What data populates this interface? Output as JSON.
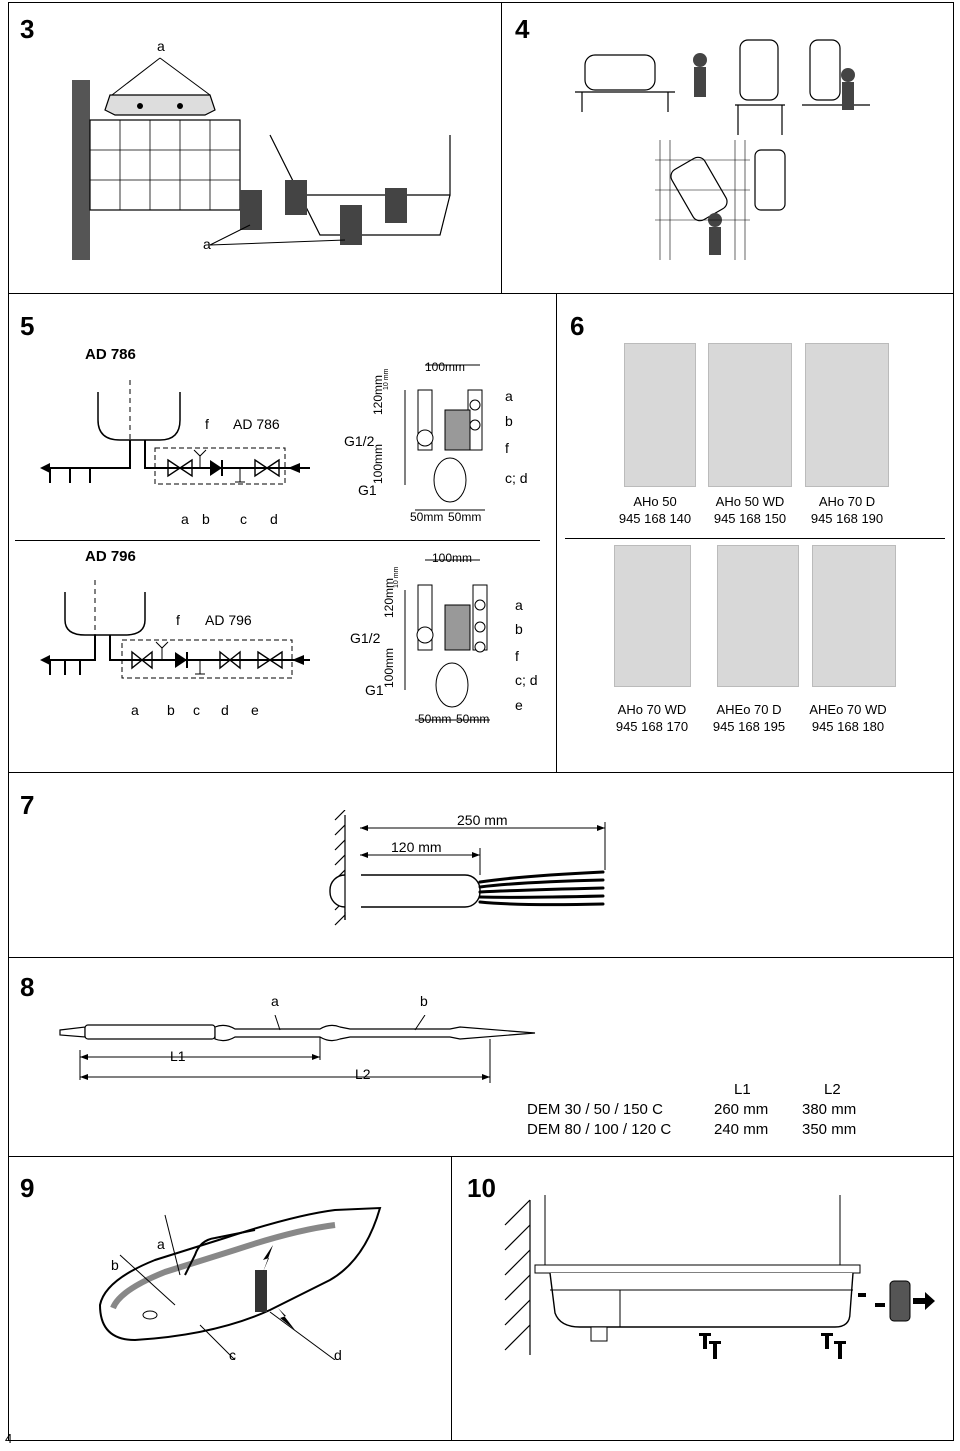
{
  "panels": {
    "p3": {
      "number": "3",
      "labels": [
        "a",
        "a"
      ]
    },
    "p4": {
      "number": "4"
    },
    "p5": {
      "number": "5",
      "ad786": {
        "title": "AD 786",
        "inner_title": "AD 786",
        "letters": [
          "a",
          "b",
          "c",
          "d",
          "f"
        ],
        "dims": [
          "100mm",
          "120mm",
          "10 mm",
          "100mm",
          "50mm",
          "50mm"
        ],
        "threads": [
          "G1/2",
          "G1"
        ],
        "parts": [
          "a",
          "b",
          "f",
          "c; d"
        ]
      },
      "ad796": {
        "title": "AD 796",
        "inner_title": "AD 796",
        "letters": [
          "a",
          "b",
          "c",
          "d",
          "e",
          "f"
        ],
        "dims": [
          "100mm",
          "120mm",
          "10 mm",
          "100mm",
          "50mm",
          "50mm"
        ],
        "threads": [
          "G1/2",
          "G1"
        ],
        "parts": [
          "a",
          "b",
          "f",
          "c; d",
          "e"
        ]
      }
    },
    "p6": {
      "number": "6",
      "items": [
        {
          "name": "AHo 50",
          "code": "945 168 140"
        },
        {
          "name": "AHo 50 WD",
          "code": "945 168 150"
        },
        {
          "name": "AHo 70 D",
          "code": "945 168 190"
        },
        {
          "name": "AHo 70 WD",
          "code": "945 168 170"
        },
        {
          "name": "AHEo 70 D",
          "code": "945 168 195"
        },
        {
          "name": "AHEo 70 WD",
          "code": "945 168 180"
        }
      ]
    },
    "p7": {
      "number": "7",
      "dim_long": "250 mm",
      "dim_short": "120 mm"
    },
    "p8": {
      "number": "8",
      "label_a": "a",
      "label_b": "b",
      "dim1": "L1",
      "dim2": "L2",
      "table": {
        "headers": [
          "L1",
          "L2"
        ],
        "rows": [
          {
            "model": "DEM 30 / 50 / 150 C",
            "l1": "260 mm",
            "l2": "380 mm"
          },
          {
            "model": "DEM 80 / 100 / 120 C",
            "l1": "240 mm",
            "l2": "350 mm"
          }
        ]
      }
    },
    "p9": {
      "number": "9",
      "labels": [
        "a",
        "b",
        "c",
        "d"
      ]
    },
    "p10": {
      "number": "10"
    }
  },
  "page_number": "4"
}
